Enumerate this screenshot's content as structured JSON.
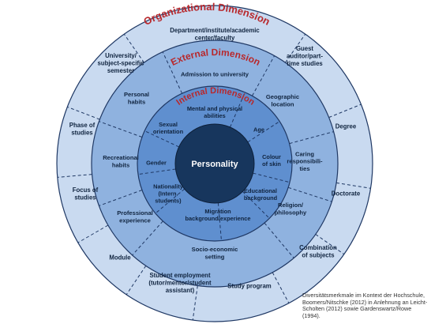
{
  "colors": {
    "organizational": "#c9daf0",
    "external": "#8fb2df",
    "internal": "#5f8fcf",
    "core": "#17365d",
    "stroke": "#1f3864",
    "title": "#b8282c"
  },
  "diagram": {
    "core": {
      "label": "Personality"
    },
    "internal": {
      "title": "Internal Dimension",
      "segments": [
        {
          "label": "Mental and physical\nabilities"
        },
        {
          "label": "Age"
        },
        {
          "label": "Colour\nof skin"
        },
        {
          "label": "Educational\nbackground"
        },
        {
          "label": "Migration\nbackground/experience"
        },
        {
          "label": "Nationality\n(Intern.\nstudents)"
        },
        {
          "label": "Gender"
        },
        {
          "label": "Sexual\norientation"
        }
      ]
    },
    "external": {
      "title": "External Dimension",
      "segments": [
        {
          "label": "Admission  to university"
        },
        {
          "label": "Geographic\nlocation"
        },
        {
          "label": "Caring\nresponsibili-\nties"
        },
        {
          "label": "Religion/\nphilosophy"
        },
        {
          "label": "Socio-economic\nsetting"
        },
        {
          "label": "Professional\nexperience"
        },
        {
          "label": "Recreational\nhabits"
        },
        {
          "label": "Personal\nhabits"
        }
      ]
    },
    "organizational": {
      "title": "Organizational Dimension",
      "segments": [
        {
          "label": "Department/institute/academic\ncenter/faculty"
        },
        {
          "label": "Guest\nauditor/part-\ntime studies"
        },
        {
          "label": "Degree"
        },
        {
          "label": "Doctorate"
        },
        {
          "label": "Combination\nof subjects"
        },
        {
          "label": "Study program"
        },
        {
          "label": "Student employment\n(tutor/mentor/student\nassistant)"
        },
        {
          "label": "Module"
        },
        {
          "label": "Focus of\nstudies"
        },
        {
          "label": "Phase of\nstudies"
        },
        {
          "label": "University/\nsubject-specific\nsemester"
        }
      ]
    }
  },
  "caption": "Diversitätsmerkmale im Kontext der Hochschule,\nBoomers/Nitschke (2012) in Anlehnung an Leicht-\nScholten (2012) sowie Gardenswartz/Rowe\n(1994)."
}
